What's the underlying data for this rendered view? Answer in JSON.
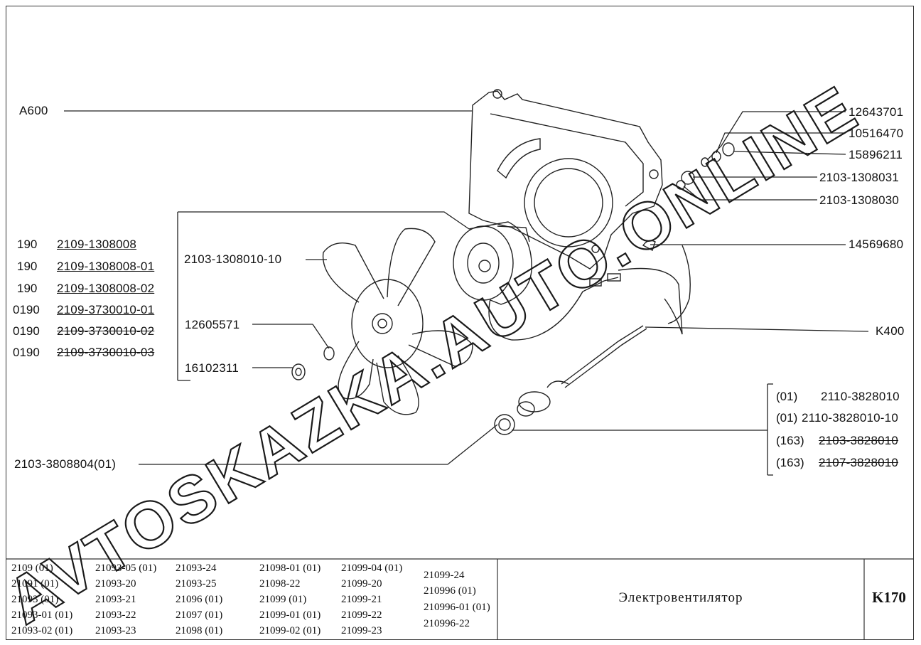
{
  "title": "Электровентилятор",
  "page_code": "K170",
  "callouts": {
    "a600": "A600",
    "fan_assembly": "2103-1308010-10",
    "n12605571": "12605571",
    "n16102311": "16102311",
    "grommet": "2103-3808804(01)",
    "n12643701": "12643701",
    "n10516470": "10516470",
    "n15896211": "15896211",
    "n2103_1308031": "2103-1308031",
    "n2103_1308030": "2103-1308030",
    "n14569680": "14569680",
    "k400": "K400"
  },
  "left_group": [
    {
      "qty": "190",
      "part": "2109-1308008",
      "style": "u"
    },
    {
      "qty": "190",
      "part": "2109-1308008-01",
      "style": "u"
    },
    {
      "qty": "190",
      "part": "2109-1308008-02",
      "style": "u"
    },
    {
      "qty": "0190",
      "part": "2109-3730010-01",
      "style": "u"
    },
    {
      "qty": "0190",
      "part": "2109-3730010-02",
      "style": "s"
    },
    {
      "qty": "0190",
      "part": "2109-3730010-03",
      "style": "s"
    }
  ],
  "right_group": [
    {
      "qty": "(01)",
      "part": "2110-3828010",
      "style": ""
    },
    {
      "qty": "(01)",
      "part": "2110-3828010-10",
      "style": ""
    },
    {
      "qty": "(163)",
      "part": "2103-3828010",
      "style": "s"
    },
    {
      "qty": "(163)",
      "part": "2107-3828010",
      "style": "s"
    }
  ],
  "models": [
    [
      "2109 (01)",
      "21091 (01)",
      "21093 (01)",
      "21093-01 (01)",
      "21093-02 (01)"
    ],
    [
      "21093-05 (01)",
      "21093-20",
      "21093-21",
      "21093-22",
      "21093-23"
    ],
    [
      "21093-24",
      "21093-25",
      "21096 (01)",
      "21097 (01)",
      "21098 (01)"
    ],
    [
      "21098-01 (01)",
      "21098-22",
      "21099 (01)",
      "21099-01 (01)",
      "21099-02 (01)"
    ],
    [
      "21099-04 (01)",
      "21099-20",
      "21099-21",
      "21099-22",
      "21099-23"
    ],
    [
      "21099-24",
      "210996 (01)",
      "210996-01 (01)",
      "210996-22"
    ]
  ],
  "watermark": "AVTOSKAZKA.AUTO.ONLINE"
}
